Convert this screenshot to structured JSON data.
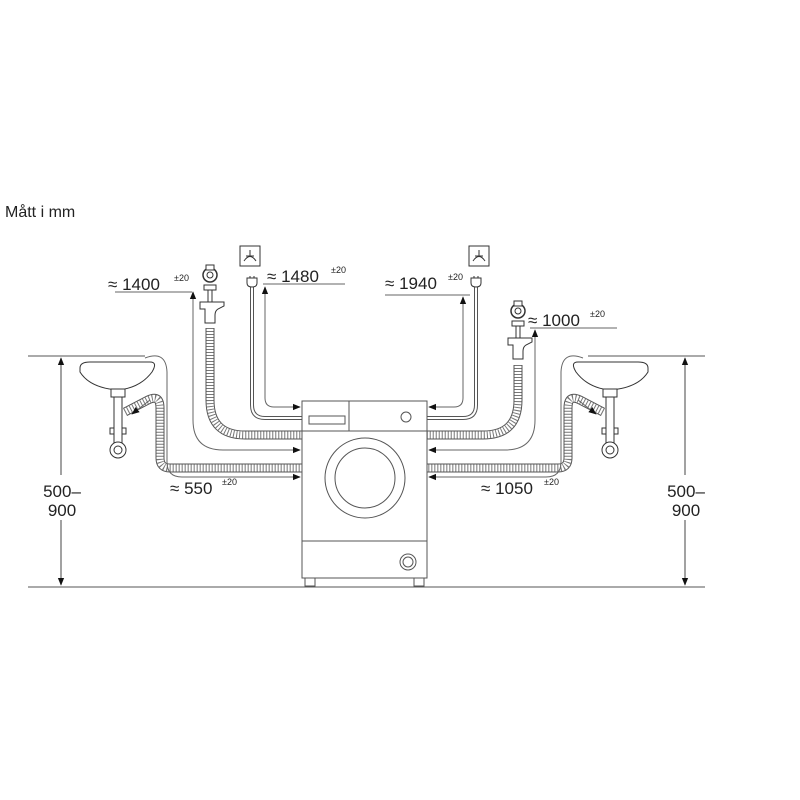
{
  "title": "Mått i mm",
  "dimensions": {
    "left_inlet": {
      "approx": "≈",
      "value": "1400",
      "tolerance": "±20"
    },
    "left_cord": {
      "approx": "≈",
      "value": "1480",
      "tolerance": "±20"
    },
    "right_cord": {
      "approx": "≈",
      "value": "1940",
      "tolerance": "±20"
    },
    "right_inlet": {
      "approx": "≈",
      "value": "1000",
      "tolerance": "±20"
    },
    "left_drain": {
      "approx": "≈",
      "value": "550",
      "tolerance": "±20"
    },
    "right_drain": {
      "approx": "≈",
      "value": "1050",
      "tolerance": "±20"
    }
  },
  "heights": {
    "left": {
      "line1": "500–",
      "line2": "900"
    },
    "right": {
      "line1": "500–",
      "line2": "900"
    }
  },
  "icons": [
    "socket-icon",
    "plug-icon",
    "water-tap-icon",
    "sink-icon",
    "washing-machine-icon"
  ]
}
